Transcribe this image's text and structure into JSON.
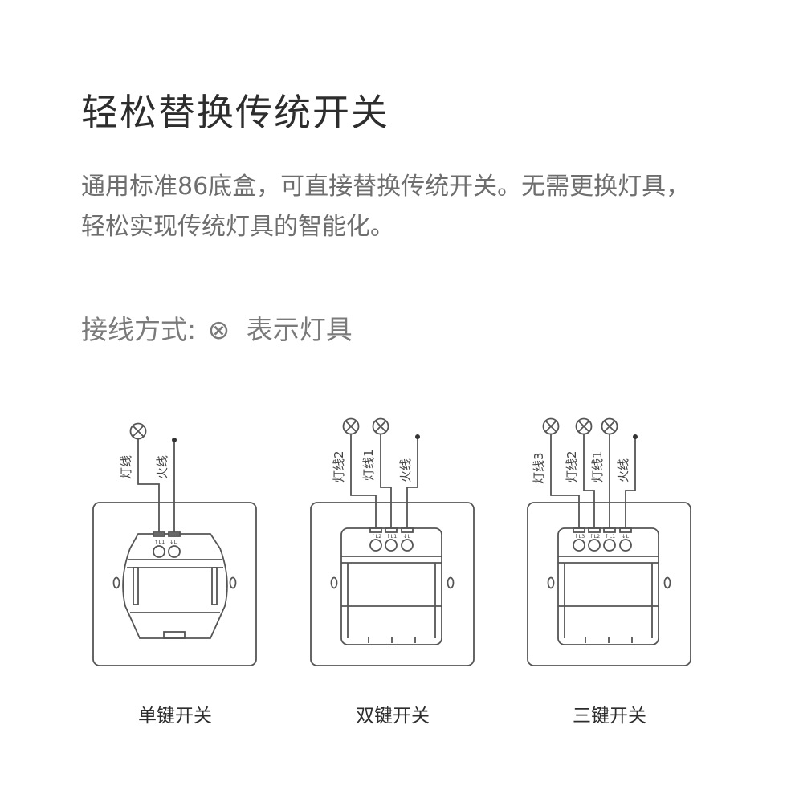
{
  "title": "轻松替换传统开关",
  "description": {
    "line1": "通用标准86底盒，可直接替换传统开关。无需更换灯具，",
    "line2": "轻松实现传统灯具的智能化。"
  },
  "legend": {
    "prefix": "接线方式:",
    "symbol": "⊗",
    "meaning": "表示灯具"
  },
  "diagrams": [
    {
      "caption": "单键开关",
      "wire_labels": [
        "灯线",
        "火线"
      ],
      "terminal_labels": [
        "↑L1",
        "↓L"
      ]
    },
    {
      "caption": "双键开关",
      "wire_labels": [
        "灯线2",
        "灯线1",
        "火线"
      ],
      "terminal_labels": [
        "↑L2",
        "↑L1",
        "↓L"
      ]
    },
    {
      "caption": "三键开关",
      "wire_labels": [
        "灯线3",
        "灯线2",
        "灯线1",
        "火线"
      ],
      "terminal_labels": [
        "↑L3",
        "↑L2",
        "↑L1",
        "↓L"
      ]
    }
  ],
  "colors": {
    "line": "#555555",
    "title": "#2d2d2d",
    "body_text": "#6e6e6e"
  }
}
